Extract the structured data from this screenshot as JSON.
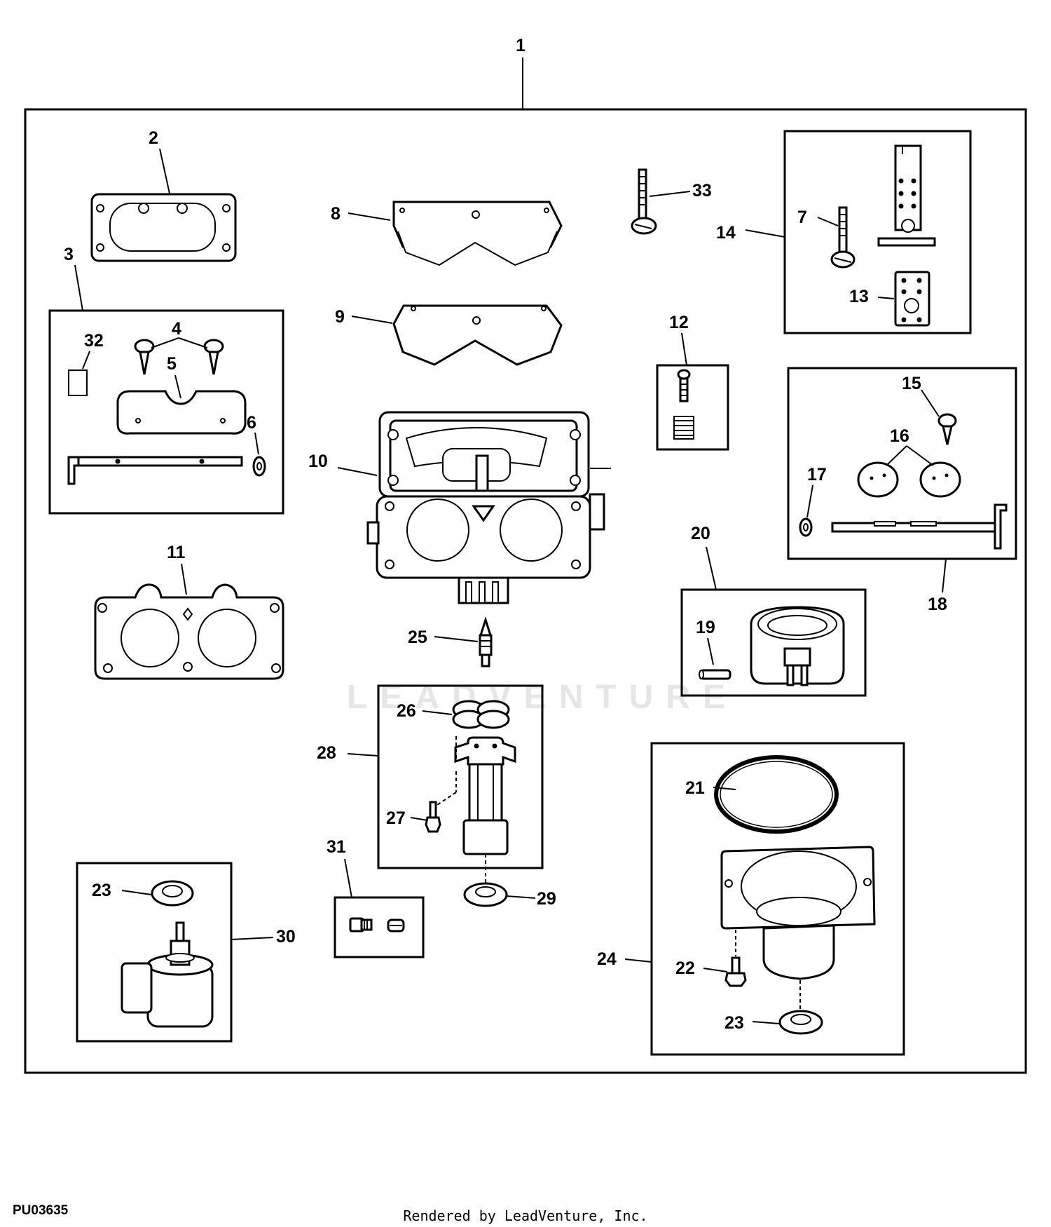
{
  "diagram_id": "PU03635",
  "rendered_by": "Rendered by LeadVenture, Inc.",
  "watermark": "LEADVENTURE",
  "callouts": {
    "c1": "1",
    "c2": "2",
    "c3": "3",
    "c4": "4",
    "c5": "5",
    "c6": "6",
    "c7": "7",
    "c8": "8",
    "c9": "9",
    "c10": "10",
    "c11": "11",
    "c12": "12",
    "c13": "13",
    "c14": "14",
    "c15": "15",
    "c16": "16",
    "c17": "17",
    "c18": "18",
    "c19": "19",
    "c20": "20",
    "c21": "21",
    "c22": "22",
    "c23a": "23",
    "c23b": "23",
    "c24": "24",
    "c25": "25",
    "c26": "26",
    "c27": "27",
    "c28": "28",
    "c29": "29",
    "c30": "30",
    "c31": "31",
    "c32": "32",
    "c33": "33"
  }
}
